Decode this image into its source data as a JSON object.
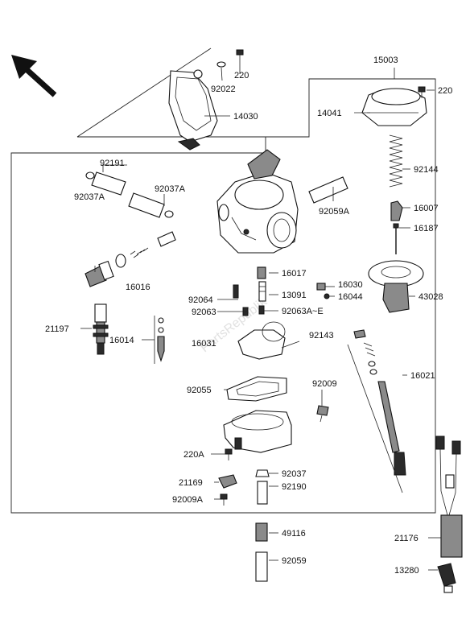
{
  "watermark": "PartsRepublik",
  "direction_arrow": "front-arrow-icon",
  "callouts": [
    {
      "id": "15003",
      "text": "15003"
    },
    {
      "id": "220_top",
      "text": "220"
    },
    {
      "id": "92022",
      "text": "92022"
    },
    {
      "id": "220_right",
      "text": "220"
    },
    {
      "id": "14041",
      "text": "14041"
    },
    {
      "id": "14030",
      "text": "14030"
    },
    {
      "id": "92191",
      "text": "92191"
    },
    {
      "id": "92144",
      "text": "92144"
    },
    {
      "id": "92037A_left",
      "text": "92037A"
    },
    {
      "id": "92037A_right",
      "text": "92037A"
    },
    {
      "id": "92059A",
      "text": "92059A"
    },
    {
      "id": "16007",
      "text": "16007"
    },
    {
      "id": "16187",
      "text": "16187"
    },
    {
      "id": "16016",
      "text": "16016"
    },
    {
      "id": "16017",
      "text": "16017"
    },
    {
      "id": "16030",
      "text": "16030"
    },
    {
      "id": "13091",
      "text": "13091"
    },
    {
      "id": "16044",
      "text": "16044"
    },
    {
      "id": "43028",
      "text": "43028"
    },
    {
      "id": "92064",
      "text": "92064"
    },
    {
      "id": "92063",
      "text": "92063"
    },
    {
      "id": "92063A-E",
      "text": "92063A~E"
    },
    {
      "id": "21197",
      "text": "21197"
    },
    {
      "id": "16014",
      "text": "16014"
    },
    {
      "id": "92143",
      "text": "92143"
    },
    {
      "id": "16031",
      "text": "16031"
    },
    {
      "id": "16021",
      "text": "16021"
    },
    {
      "id": "92009",
      "text": "92009"
    },
    {
      "id": "92055",
      "text": "92055"
    },
    {
      "id": "220A",
      "text": "220A"
    },
    {
      "id": "92037",
      "text": "92037"
    },
    {
      "id": "21169",
      "text": "21169"
    },
    {
      "id": "92190",
      "text": "92190"
    },
    {
      "id": "92009A",
      "text": "92009A"
    },
    {
      "id": "49116",
      "text": "49116"
    },
    {
      "id": "21176",
      "text": "21176"
    },
    {
      "id": "92059",
      "text": "92059"
    },
    {
      "id": "13280",
      "text": "13280"
    }
  ]
}
